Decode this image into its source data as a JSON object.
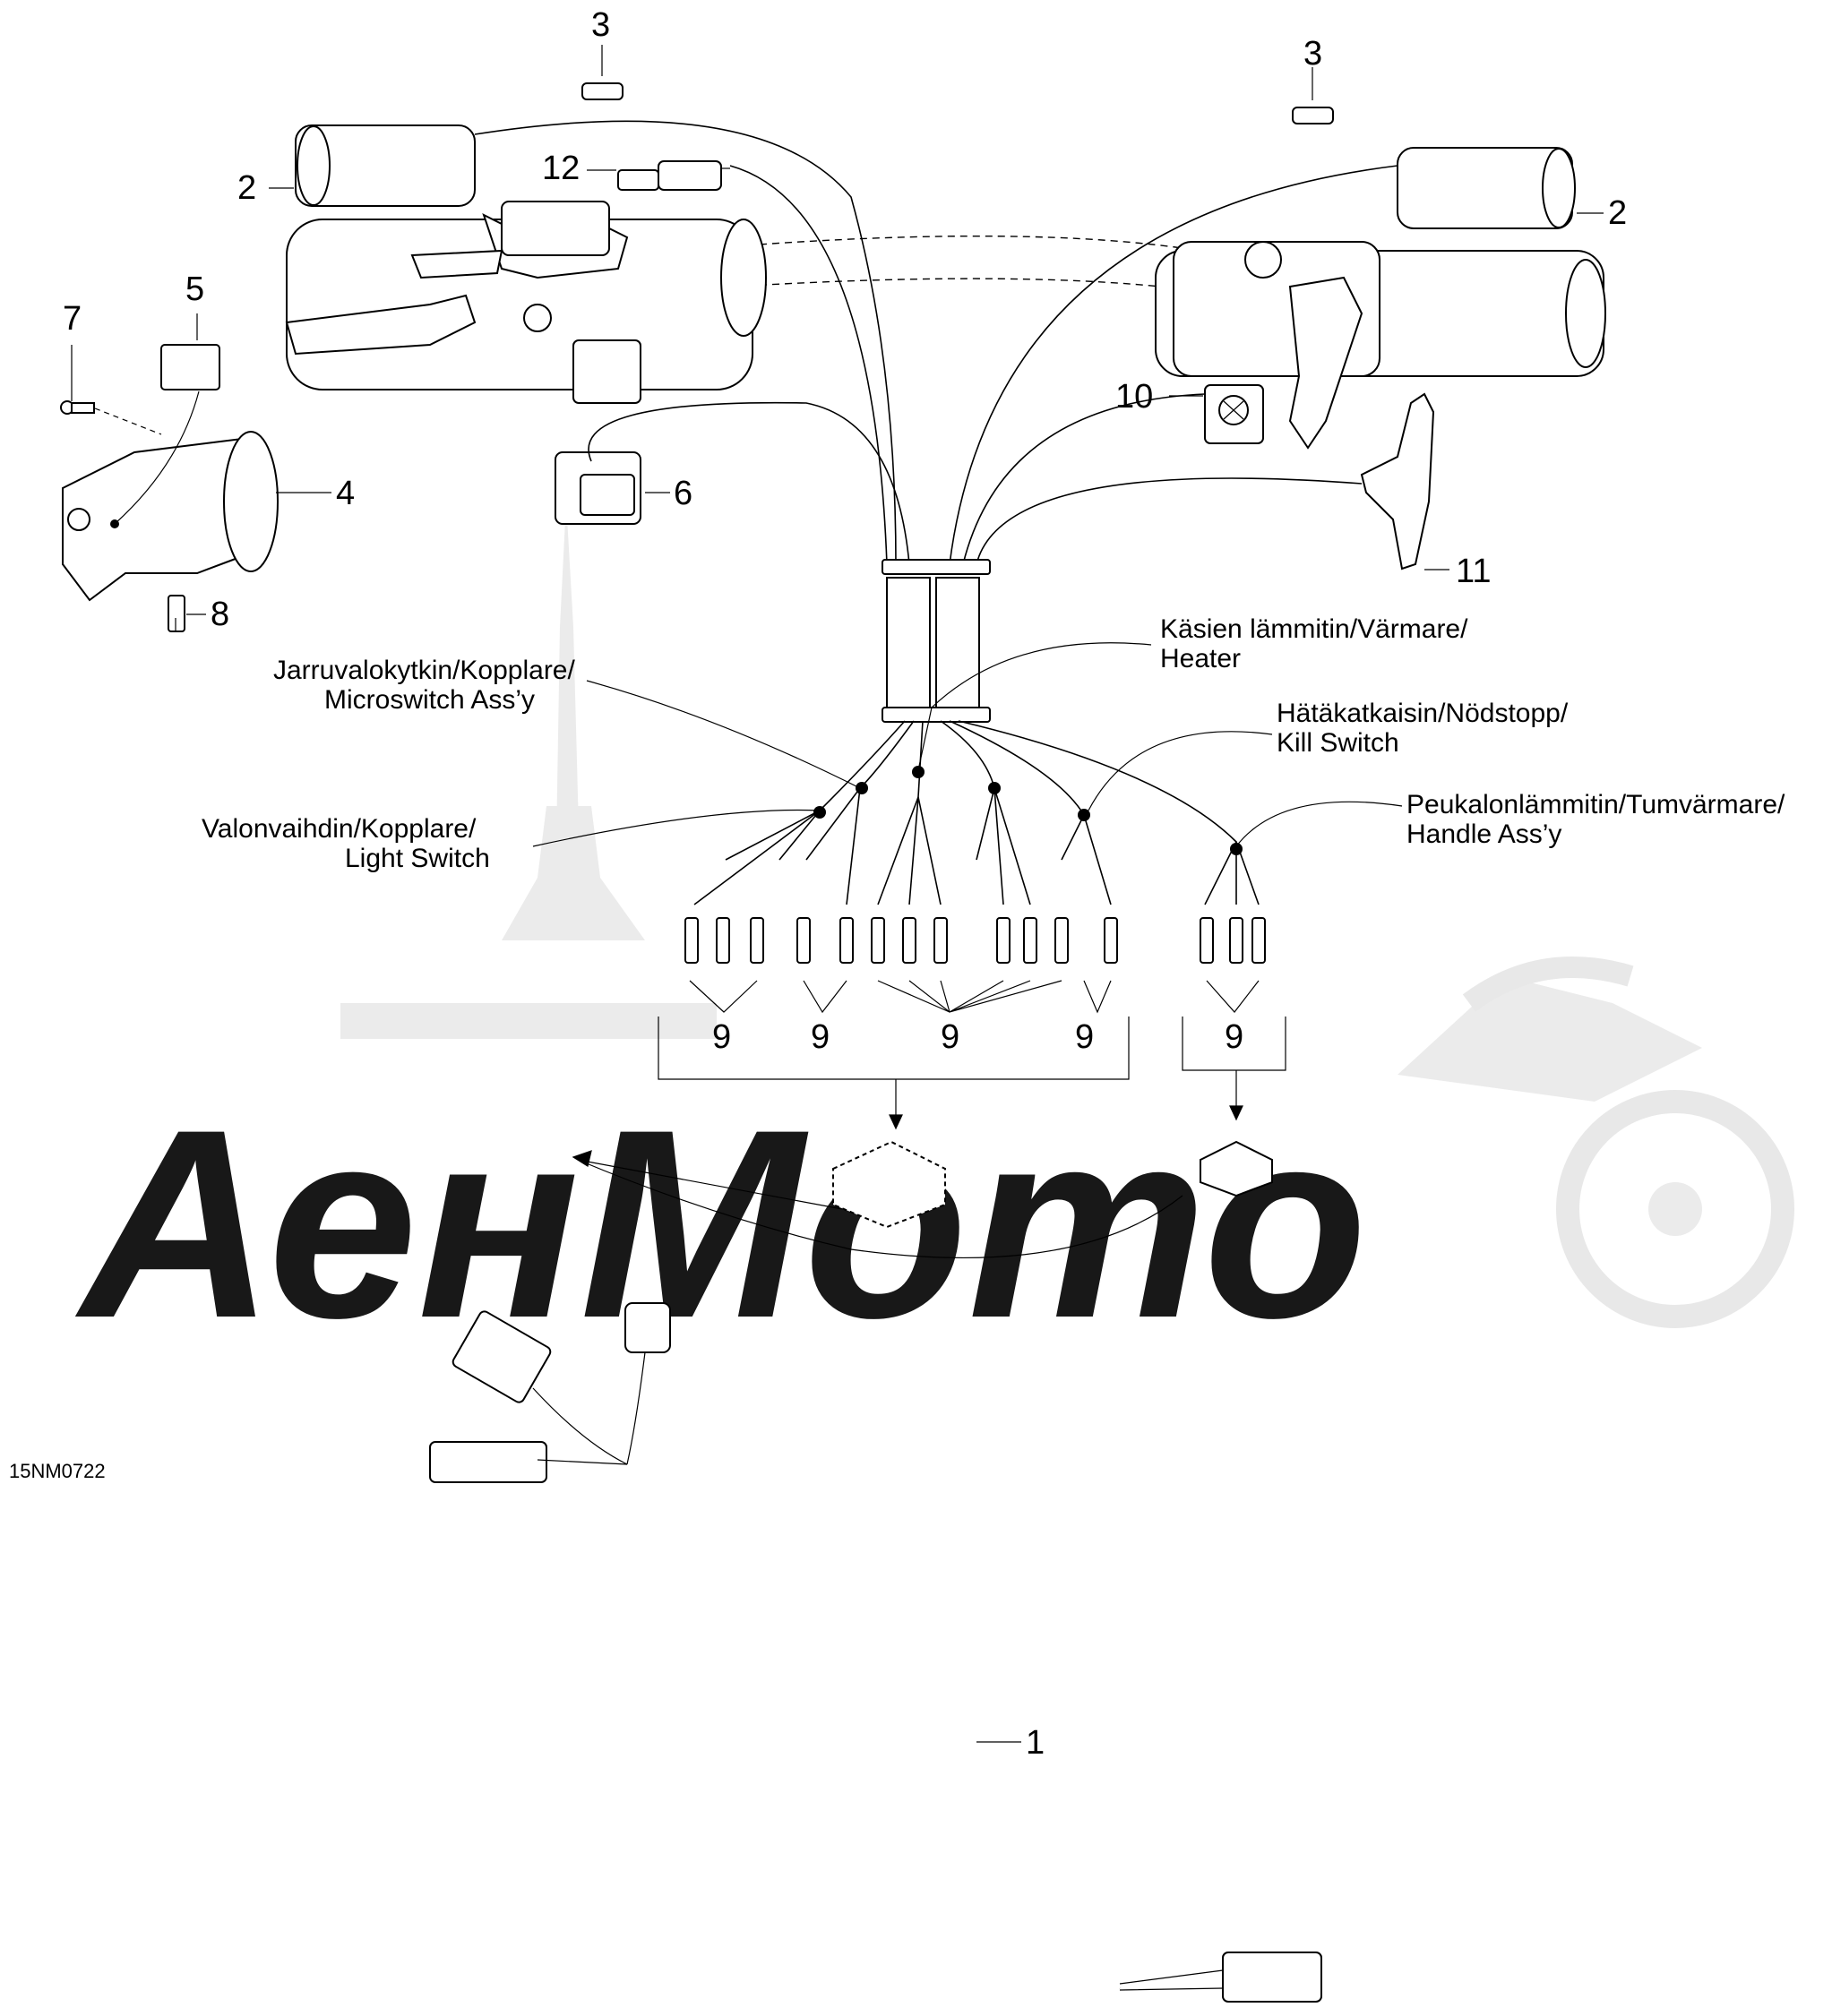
{
  "diagram": {
    "code": "15NM0722",
    "watermark_text": "АенМото",
    "callouts": {
      "c1": "1",
      "c2_left": "2",
      "c2_right": "2",
      "c3_left": "3",
      "c3_right": "3",
      "c4": "4",
      "c5": "5",
      "c6": "6",
      "c7": "7",
      "c8": "8",
      "c9_a": "9",
      "c9_b": "9",
      "c9_c": "9",
      "c9_d": "9",
      "c9_e": "9",
      "c10": "10",
      "c11": "11",
      "c12": "12"
    },
    "labels": {
      "heater_1": "Käsien lämmitin/Värmare/",
      "heater_2": "Heater",
      "brake_1": "Jarruvalokytkin/Kopplare/",
      "brake_2": "Microswitch Ass’y",
      "kill_1": "Hätäkatkaisin/Nödstopp/",
      "kill_2": "Kill Switch",
      "light_1": "Valonvaihdin/Kopplare/",
      "light_2": "Light Switch",
      "thumb_1": "Peukalonlämmitin/Tumvärmare/",
      "thumb_2": "Handle Ass’y"
    }
  }
}
